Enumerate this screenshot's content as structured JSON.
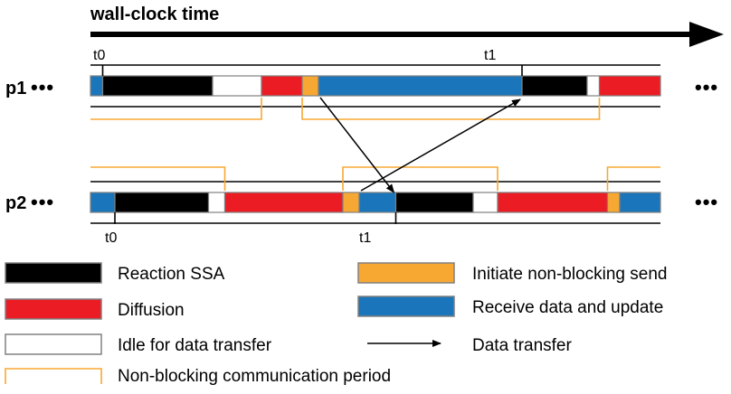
{
  "diagram": {
    "title": "wall-clock time",
    "colors": {
      "reaction": "#000000",
      "diffusion": "#ec1c24",
      "idle": "#ffffff",
      "send": "#f7a833",
      "receive": "#1a75bb",
      "comm": "#f7a833",
      "border": "#808080"
    },
    "processes": [
      {
        "name": "p1",
        "ellipsis": "•••",
        "tick": "t0",
        "tick2": "t1",
        "segments": [
          {
            "type": "receive",
            "start": 0.0,
            "end": 0.3
          },
          {
            "type": "reaction",
            "start": 0.3,
            "end": 3.0
          },
          {
            "type": "idle",
            "start": 3.0,
            "end": 4.2
          },
          {
            "type": "diffusion",
            "start": 4.2,
            "end": 5.2
          },
          {
            "type": "send",
            "start": 5.2,
            "end": 5.6
          },
          {
            "type": "receive",
            "start": 5.6,
            "end": 10.6
          },
          {
            "type": "reaction",
            "start": 10.6,
            "end": 12.2
          },
          {
            "type": "idle",
            "start": 12.2,
            "end": 12.5
          },
          {
            "type": "diffusion",
            "start": 12.5,
            "end": 14.0
          }
        ],
        "comm_windows": [
          [
            -0.5,
            4.2
          ],
          [
            5.2,
            12.5
          ]
        ]
      },
      {
        "name": "p2",
        "ellipsis": "•••",
        "tick": "t0",
        "tick2": "t1",
        "segments": [
          {
            "type": "receive",
            "start": 0.0,
            "end": 0.6
          },
          {
            "type": "reaction",
            "start": 0.6,
            "end": 2.9
          },
          {
            "type": "idle",
            "start": 2.9,
            "end": 3.3
          },
          {
            "type": "diffusion",
            "start": 3.3,
            "end": 6.2
          },
          {
            "type": "send",
            "start": 6.2,
            "end": 6.6
          },
          {
            "type": "receive",
            "start": 6.6,
            "end": 7.5
          },
          {
            "type": "reaction",
            "start": 7.5,
            "end": 9.4
          },
          {
            "type": "idle",
            "start": 9.4,
            "end": 10.0
          },
          {
            "type": "diffusion",
            "start": 10.0,
            "end": 12.7
          },
          {
            "type": "send",
            "start": 12.7,
            "end": 13.0
          },
          {
            "type": "receive",
            "start": 13.0,
            "end": 14.0
          }
        ],
        "comm_windows": [
          [
            -0.5,
            3.3
          ],
          [
            6.2,
            10.0
          ],
          [
            12.7,
            14.0
          ]
        ]
      }
    ],
    "ticks": {
      "t0": 0.3,
      "t1": 10.6,
      "p2_t0": 0.6,
      "p2_t1": 7.5
    },
    "transfers": [
      {
        "from_proc": "p1",
        "from_t": 5.6,
        "to_proc": "p2",
        "to_t": 7.5
      },
      {
        "from_proc": "p2",
        "from_t": 6.6,
        "to_proc": "p1",
        "to_t": 10.6
      }
    ],
    "legend": [
      {
        "type": "reaction",
        "label": "Reaction SSA"
      },
      {
        "type": "send",
        "label": "Initiate non-blocking send"
      },
      {
        "type": "diffusion",
        "label": "Diffusion"
      },
      {
        "type": "receive",
        "label": "Receive data and update"
      },
      {
        "type": "idle",
        "label": "Idle for data transfer"
      },
      {
        "type": "arrow",
        "label": "Data transfer"
      },
      {
        "type": "comm",
        "label": "Non-blocking communication period"
      }
    ]
  }
}
